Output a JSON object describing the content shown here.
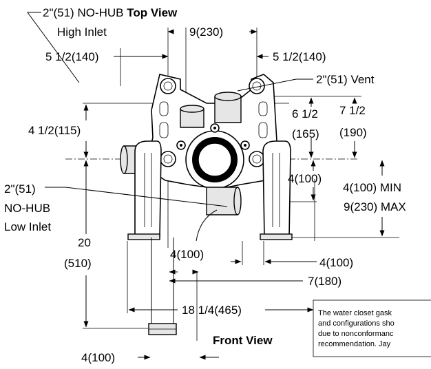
{
  "top_inlet": {
    "line1_prefix": "2\"(51) NO-HUB ",
    "line1_bold": "Top View",
    "line2": "High Inlet"
  },
  "dims": {
    "top_width": "9(230)",
    "left_offset": "5 1/2(140)",
    "right_offset": "5 1/2(140)",
    "vent": "2\"(51) Vent",
    "vent_h1a": "6 1/2",
    "vent_h1b": "(165)",
    "vent_h2a": "7 1/2",
    "vent_h2b": "(190)",
    "left_h": "4 1/2(115)",
    "mid_h": "4(100)",
    "range_min": "4(100) MIN",
    "range_max": "9(230) MAX",
    "height_a": "20",
    "height_b": "(510)",
    "low_offset": "4(100)",
    "right_step": "4(100)",
    "center_span": "7(180)",
    "overall_width": "18 1/4(465)",
    "bottom_offset": "4(100)"
  },
  "low_inlet": {
    "line1": "2\"(51)",
    "line2": "NO-HUB",
    "line3": "Low Inlet"
  },
  "front_view": "Front View",
  "note_lines": [
    "The water closet gask",
    "and configurations sho",
    "due to nonconformanc",
    "recommendation.  Jay"
  ]
}
